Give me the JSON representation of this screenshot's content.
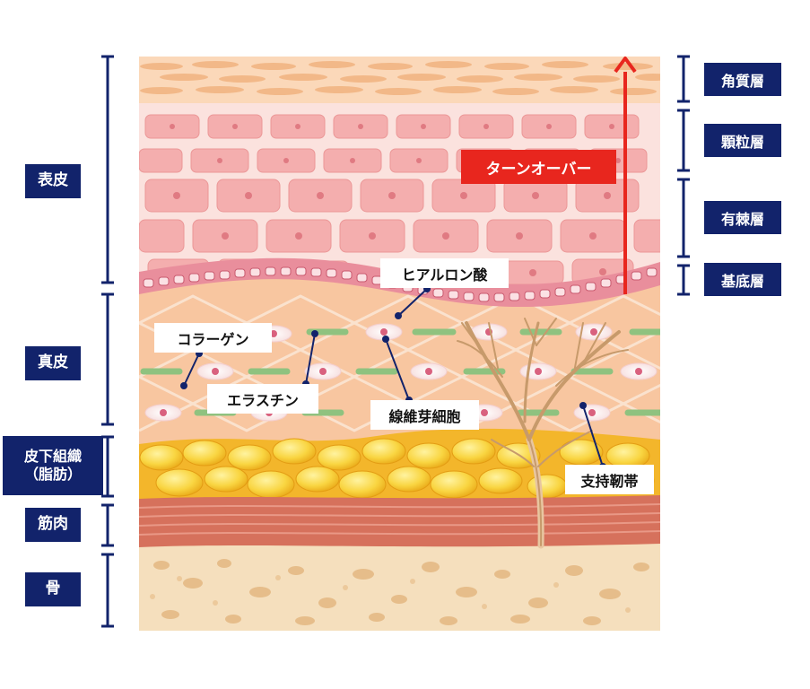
{
  "layers": {
    "epidermis": "表皮",
    "dermis": "真皮",
    "subcutaneous_line1": "皮下組織",
    "subcutaneous_line2": "（脂肪）",
    "muscle": "筋肉",
    "bone": "骨"
  },
  "epidermis_sublayers": {
    "stratum_corneum": "角質層",
    "stratum_granulosum": "顆粒層",
    "stratum_spinosum": "有棘層",
    "stratum_basale": "基底層"
  },
  "callouts": {
    "turnover": "ターンオーバー",
    "hyaluronic_acid": "ヒアルロン酸",
    "collagen": "コラーゲン",
    "elastin": "エラスチン",
    "fibroblast": "線維芽細胞",
    "retinaculum": "支持靭帯"
  },
  "colors": {
    "label_bg": "#12236b",
    "bracket": "#12236b",
    "turnover_arrow": "#e8261e",
    "corneum": "#f6c9a2",
    "granular_cells": "#f2a7a7",
    "dermis": "#f7c7a1",
    "fat": "#f7c93a",
    "muscle": "#d9745f",
    "bone": "#f3dcb8",
    "elastin_fiber": "#8fc27f"
  }
}
